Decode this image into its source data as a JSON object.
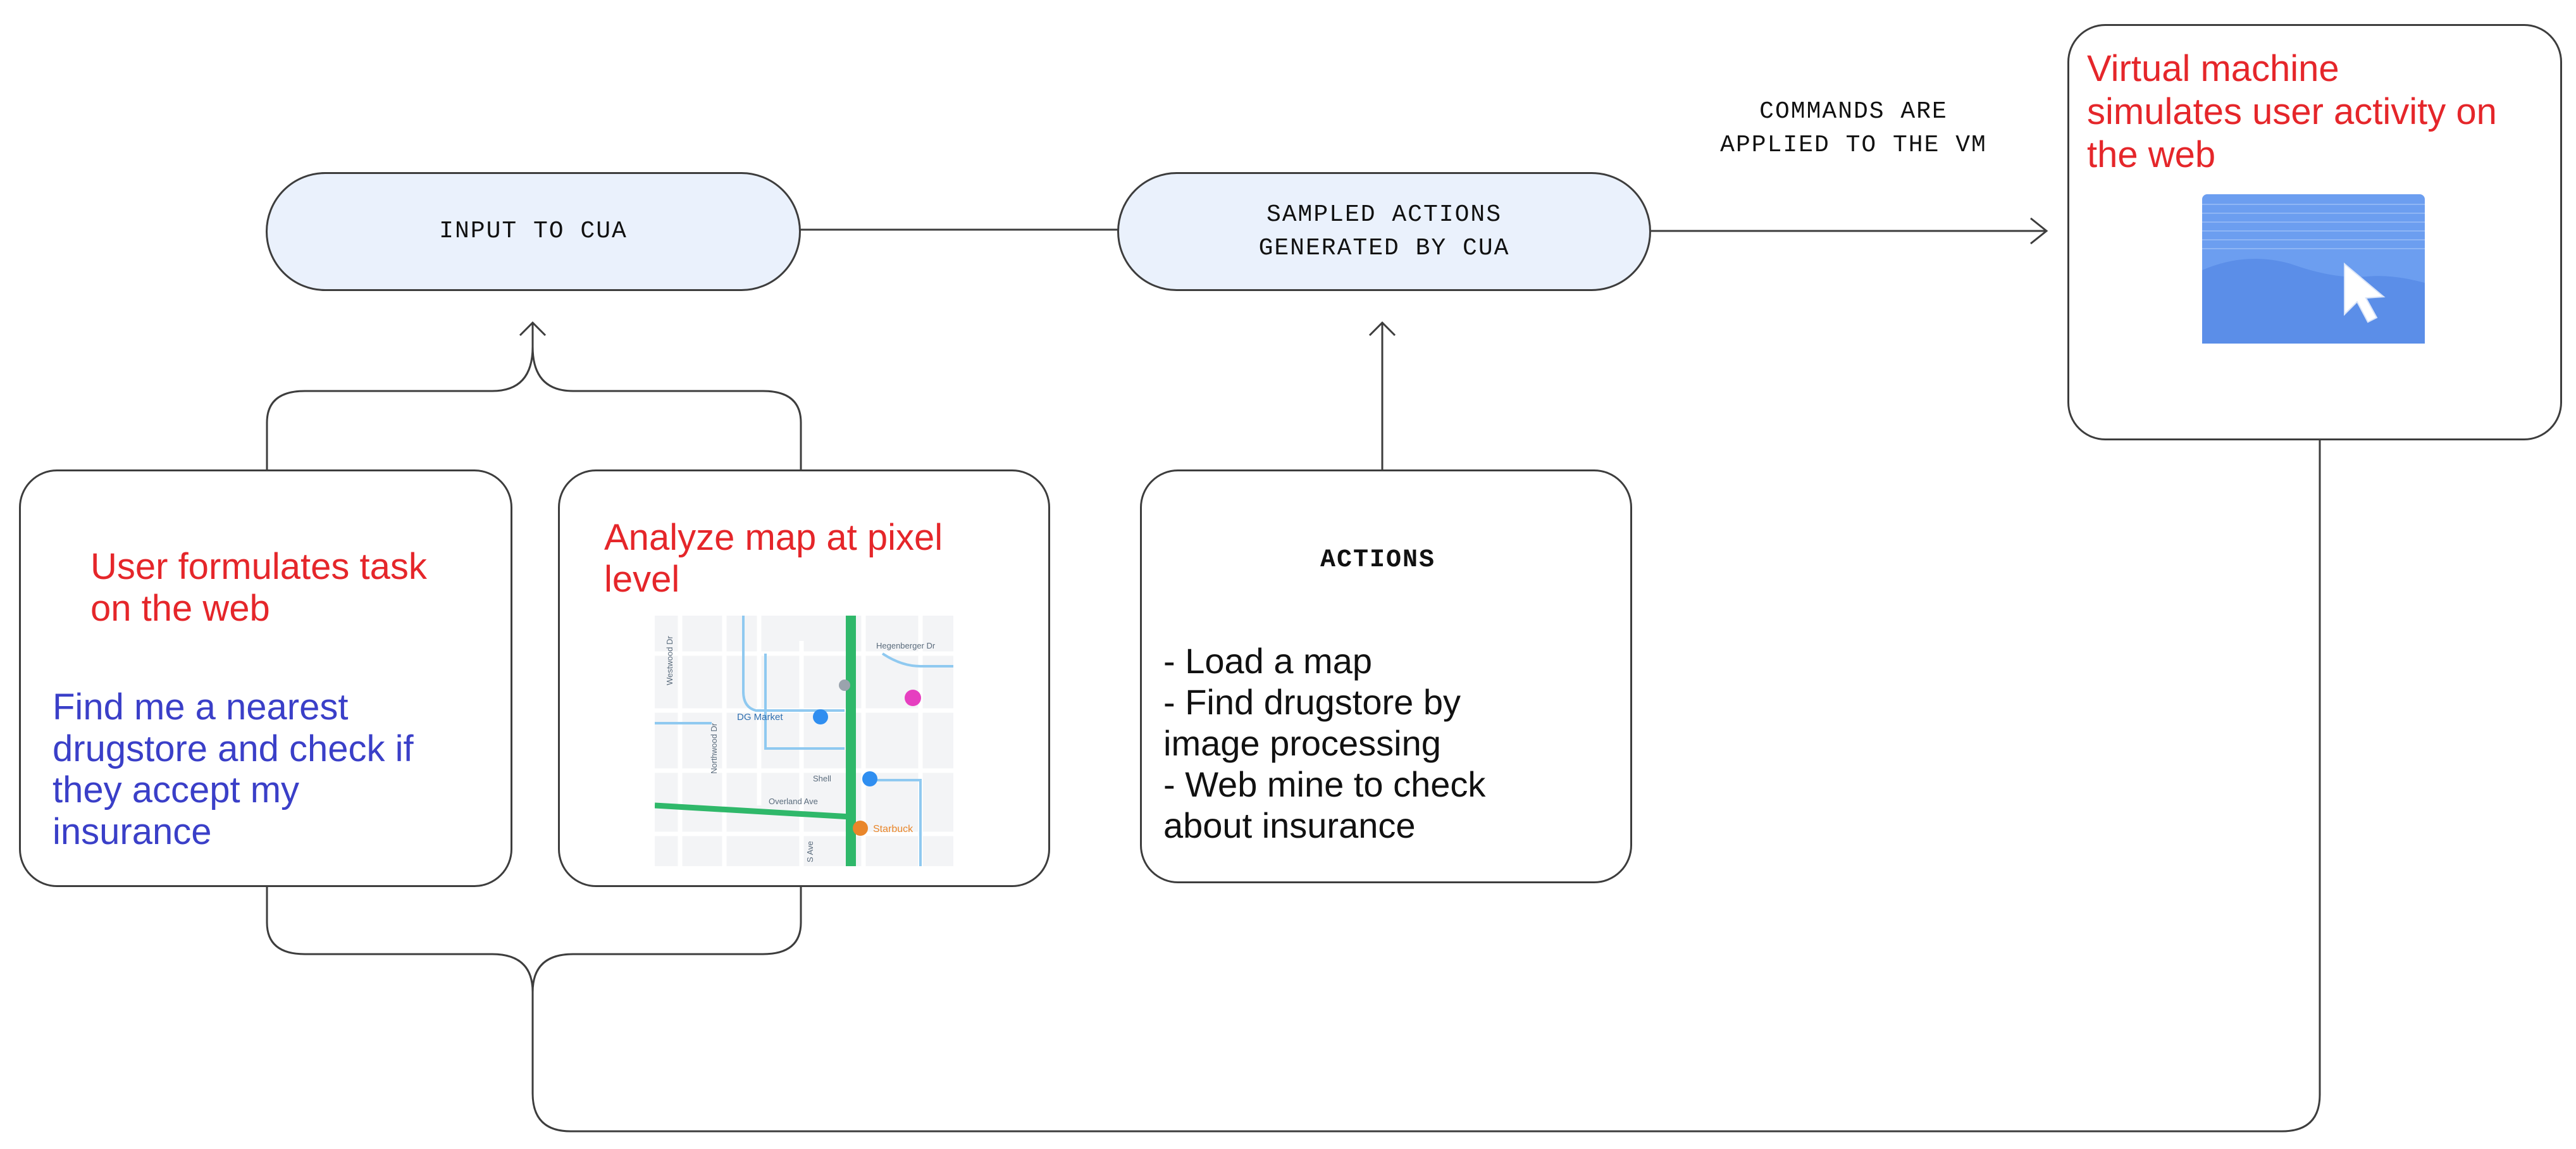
{
  "nodes": {
    "input_to_cua": {
      "label": "INPUT TO CUA"
    },
    "sampled_actions": {
      "label_line1": "SAMPLED ACTIONS",
      "label_line2": "GENERATED BY CUA"
    },
    "user_task": {
      "heading_line1": "User formulates task",
      "heading_line2": "on the web",
      "body_lines": [
        "Find me a nearest",
        "drugstore and check if",
        "they accept my",
        "insurance"
      ]
    },
    "analyze_map": {
      "heading_line1": "Analyze map at pixel",
      "heading_line2": "level",
      "map": {
        "street_labels": [
          "Westwood Dr",
          "Hegenberger Dr",
          "Northwood Dr",
          "Overland Ave",
          "S Ave"
        ],
        "poi_labels": [
          "DG Market",
          "Starbuck",
          "Shell"
        ]
      }
    },
    "actions": {
      "title": "ACTIONS",
      "items": [
        "- Load a map",
        "- Find drugstore by",
        "image processing",
        "- Web mine to check",
        "about insurance"
      ]
    },
    "vm": {
      "heading_lines": [
        "Virtual machine",
        "simulates user activity on",
        "the web"
      ],
      "icons": [
        "browser-window-icon",
        "cursor-icon"
      ]
    }
  },
  "edges": {
    "commands_caption": [
      "COMMANDS ARE",
      "APPLIED TO THE VM"
    ]
  },
  "colors": {
    "pill_fill": "#eaf1fc",
    "stroke": "#3d3d3d",
    "highlight_red": "#e5262a",
    "body_blue": "#3a3fc8",
    "vm_screen_blue": "#5b8ee8",
    "map_road_green": "#2fb86a"
  }
}
